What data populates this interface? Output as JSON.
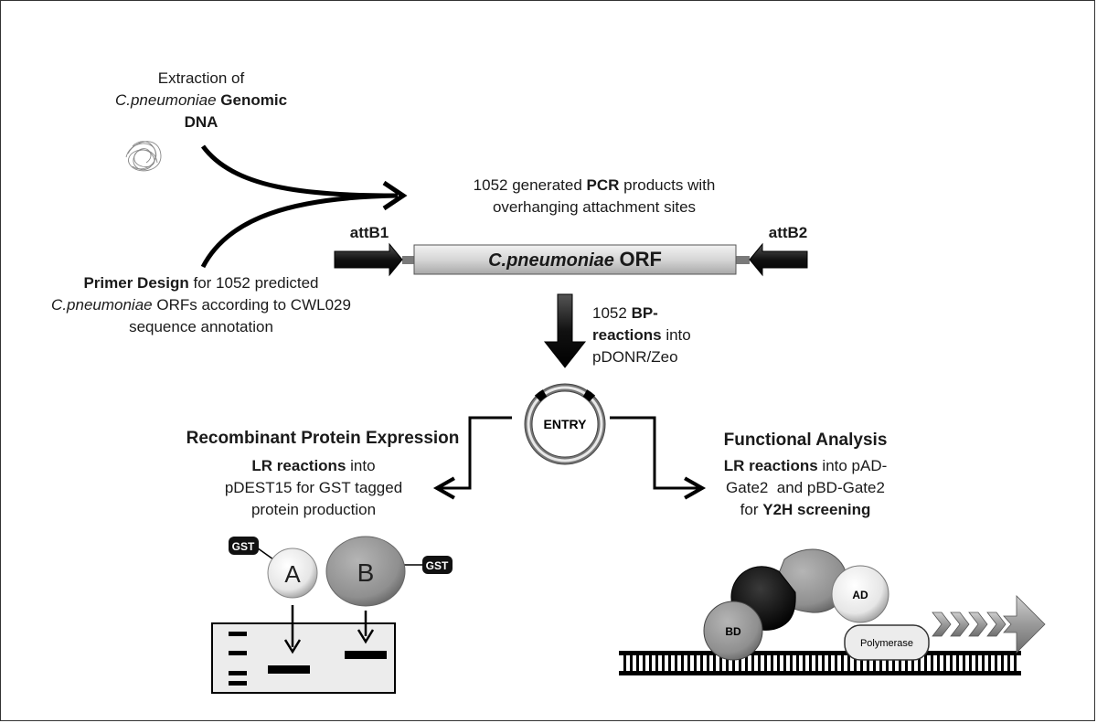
{
  "extraction": {
    "line1": "Extraction of",
    "organism": "C.pneumoniae",
    "genomic": "Genomic",
    "dna": "DNA"
  },
  "primer": {
    "bold": "Primer Design",
    "rest1": "for 1052 predicted",
    "organism": "C.pneumoniae",
    "rest2": "ORFs according to CWL029",
    "line3": "sequence annotation"
  },
  "pcr": {
    "pre": "1052 generated",
    "bold": "PCR",
    "post": "products with",
    "line2": "overhanging attachment sites"
  },
  "construct": {
    "attb1": "attB1",
    "attb2": "attB2",
    "orf_organism": "C.pneumoniae",
    "orf_label": "ORF"
  },
  "bp": {
    "pre": "1052",
    "bold1": "BP-",
    "bold2": "reactions",
    "post": "into",
    "vector": "pDONR/Zeo"
  },
  "entry": {
    "label": "ENTRY"
  },
  "expression": {
    "heading": "Recombinant Protein Expression",
    "bold": "LR reactions",
    "post": "into",
    "line2": "pDEST15 for GST tagged",
    "line3": "protein production",
    "gst_a": "GST",
    "gst_b": "GST",
    "protein_a": "A",
    "protein_b": "B"
  },
  "functional": {
    "heading": "Functional Analysis",
    "bold": "LR reactions",
    "post": "into pAD-",
    "line2": "Gate2  and pBD-Gate2",
    "line3_pre": "for",
    "line3_bold": "Y2H screening",
    "ad": "AD",
    "bd": "BD",
    "polymerase": "Polymerase"
  },
  "colors": {
    "orf_fill": "#d9d9d9",
    "arrow_dark": "#1a1a1a",
    "protein_grey": "#8c8c8c",
    "gel_fill": "#eeeeee"
  }
}
